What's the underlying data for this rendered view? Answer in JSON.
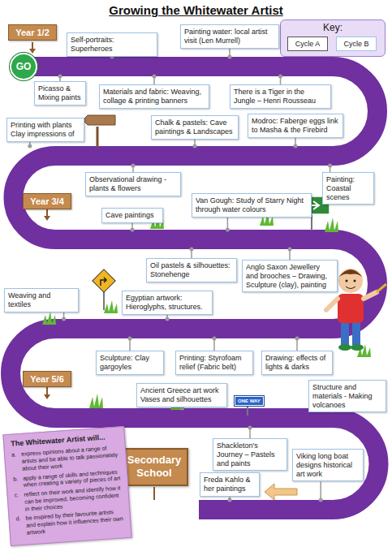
{
  "diagram": {
    "title": "Growing the Whitewater Artist",
    "nodes": [
      {
        "text": [
          "Key:"
        ]
      },
      {
        "text": [
          "Cycle A"
        ],
        "in": 0
      },
      {
        "text": [
          "Cycle B"
        ],
        "in": 0
      },
      {
        "text": [
          "Year 1/2"
        ]
      },
      {
        "text": [
          "GO"
        ]
      },
      {
        "text": [
          "Self-portraits: Superheroes"
        ]
      },
      {
        "text": [
          "Painting water: local artist visit (Len Murrell)"
        ]
      },
      {
        "text": [
          "Picasso & Mixing paints"
        ]
      },
      {
        "text": [
          "Materials and fabric: Weaving, collage & printing banners"
        ]
      },
      {
        "text": [
          "There is a Tiger in the Jungle – Henri Rousseau"
        ]
      },
      {
        "text": [
          "Printing with plants Clay impressions of"
        ]
      },
      {
        "text": [
          "Chalk & pastels: Cave paintings & Landscapes"
        ]
      },
      {
        "text": [
          "Modroc: Faberge eggs link to Masha & the Firebird"
        ]
      },
      {
        "text": [
          "Observational drawing - plants & flowers"
        ]
      },
      {
        "text": [
          "Painting: Coastal scenes"
        ]
      },
      {
        "text": [
          "Van Gough: Study of Starry Night through water colours"
        ]
      },
      {
        "text": [
          "Year 3/4"
        ]
      },
      {
        "text": [
          "Cave paintings"
        ]
      },
      {
        "text": [
          "Oil pastels & silhouettes: Stonehenge"
        ]
      },
      {
        "text": [
          "Anglo Saxon Jewellery and brooches – Drawing, Sculpture (clay), painting"
        ]
      },
      {
        "text": [
          "Weaving and textiles"
        ]
      },
      {
        "text": [
          "Egyptian artwork: Hieroglyphs, structures."
        ]
      },
      {
        "text": [
          "Sculpture: Clay gargoyles"
        ]
      },
      {
        "text": [
          "Printing: Styrofoam relief (Fabric belt)"
        ]
      },
      {
        "text": [
          "Drawing: effects of lights & darks"
        ]
      },
      {
        "text": [
          "Year 5/6"
        ]
      },
      {
        "text": [
          "Ancient Greece art work Vases and silhouettes"
        ]
      },
      {
        "text": [
          "Structure and materials - Making volcanoes"
        ]
      },
      {
        "text": [
          "Shackleton's Journey – Pastels and paints"
        ]
      },
      {
        "text": [
          "Secondary School"
        ]
      },
      {
        "text": [
          "Viking long boat designs historical art work"
        ]
      },
      {
        "text": [
          "Freda Kahlo & her paintings"
        ]
      },
      {
        "text": [
          "The Whitewater Artist will...",
          "a.",
          "express opinions about a range of artists and be able to talk passionately about their work",
          "b.",
          "apply a range of skills and techniques when creating a variety of pieces of art",
          "c.",
          "reflect on their work and identify how it can be improved, becoming confident in their choices",
          "d.",
          "be inspired by their favourite artists and explain how it influences their own artwork"
        ]
      }
    ],
    "labels": [
      "ONE WAY"
    ]
  }
}
